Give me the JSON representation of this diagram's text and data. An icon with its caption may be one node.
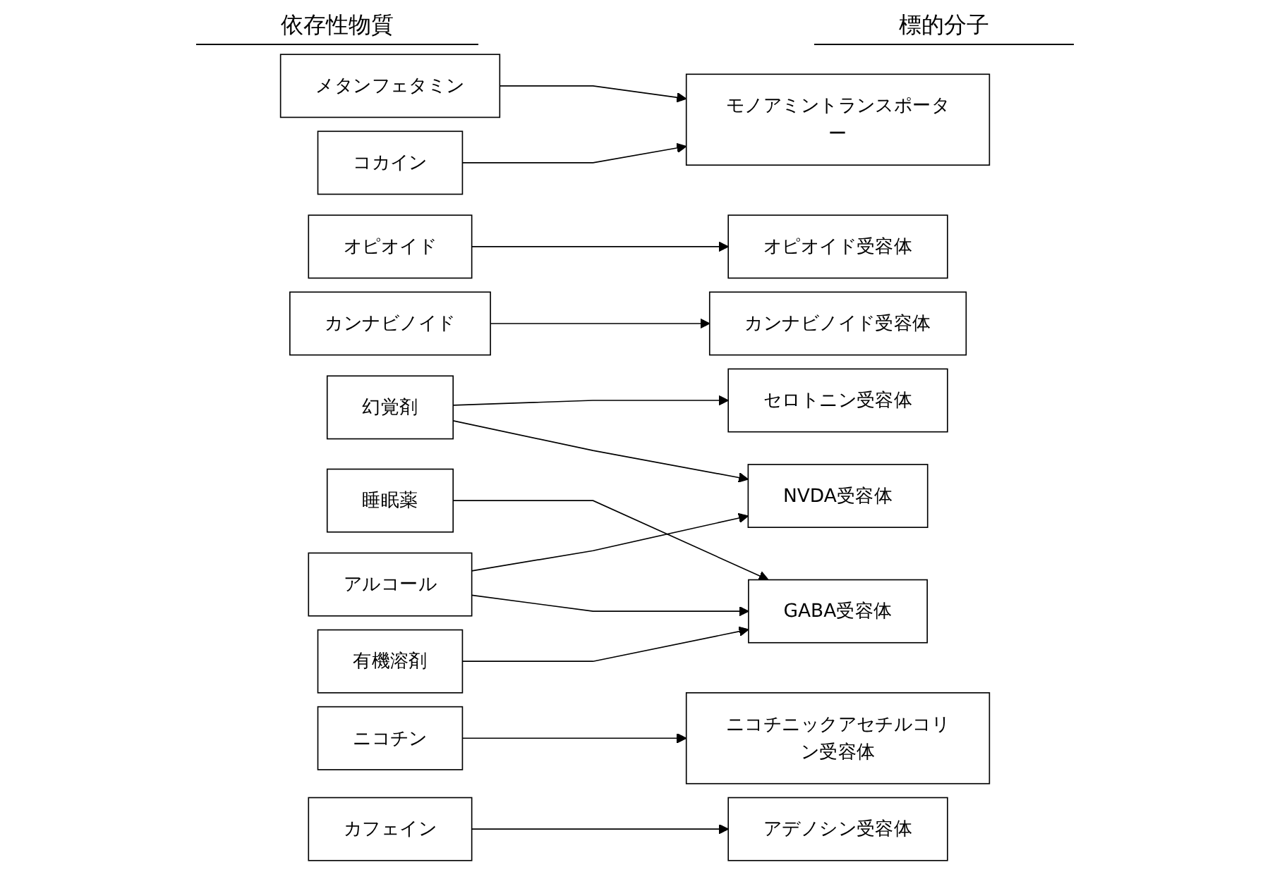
{
  "diagram": {
    "nodes": [
      {
        "text": [
          "メタンフェタミン"
        ]
      },
      {
        "text": [
          "コカイン"
        ]
      },
      {
        "text": [
          "オピオイド"
        ]
      },
      {
        "text": [
          "カンナビノイド"
        ]
      },
      {
        "text": [
          "幻覚剤"
        ]
      },
      {
        "text": [
          "睡眠薬"
        ]
      },
      {
        "text": [
          "有機溶剤"
        ]
      },
      {
        "text": [
          "アルコール"
        ]
      },
      {
        "text": [
          "ニコチン"
        ]
      },
      {
        "text": [
          "カフェイン"
        ]
      },
      {
        "text": [
          "モノアミントランスポーター"
        ]
      },
      {
        "text": [
          "オピオイド受容体"
        ]
      },
      {
        "text": [
          "カンナビノイド受容体"
        ]
      },
      {
        "text": [
          "セロトニン受容体"
        ]
      },
      {
        "text": [
          "NVDA受容体"
        ]
      },
      {
        "text": [
          "GABA受容体"
        ]
      },
      {
        "text": [
          "ニコチニックアセチルコリン受容体"
        ]
      },
      {
        "text": [
          "アデノシン受容体"
        ]
      }
    ],
    "edges": [
      {
        "from": 0,
        "to": 10,
        "arrow": "to"
      },
      {
        "from": 1,
        "to": 10,
        "arrow": "to"
      },
      {
        "from": 2,
        "to": 11,
        "arrow": "to"
      },
      {
        "from": 3,
        "to": 12,
        "arrow": "to"
      },
      {
        "from": 4,
        "to": 13,
        "arrow": "to"
      },
      {
        "from": 4,
        "to": 14,
        "arrow": "to"
      },
      {
        "from": 5,
        "to": 15,
        "arrow": "to"
      },
      {
        "from": 6,
        "to": 15,
        "arrow": "to"
      },
      {
        "from": 7,
        "to": 14,
        "arrow": "to"
      },
      {
        "from": 7,
        "to": 15,
        "arrow": "to"
      },
      {
        "from": 8,
        "to": 16,
        "arrow": "to"
      },
      {
        "from": 9,
        "to": 17,
        "arrow": "to"
      }
    ],
    "labels": [
      "依存性物質",
      "標的分子"
    ]
  }
}
